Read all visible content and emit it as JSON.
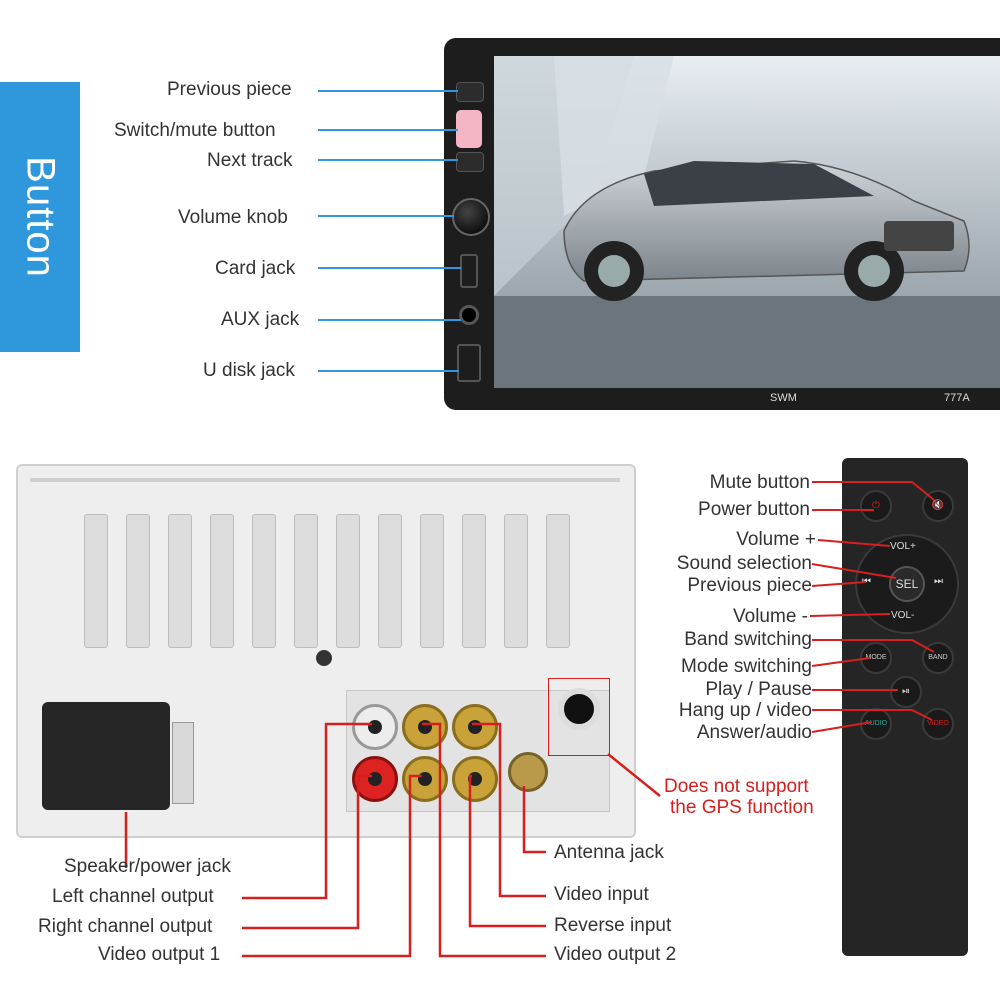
{
  "side_tab": {
    "label": "Button"
  },
  "head_unit": {
    "brand_left": "SWM",
    "brand_right": "777A",
    "labels": [
      "Previous piece",
      "Switch/mute button",
      "Next track",
      "Volume knob",
      "Card jack",
      "AUX jack",
      "U disk jack"
    ]
  },
  "rear_panel": {
    "left_labels": [
      "Speaker/power jack",
      "Left channel output",
      "Right channel output",
      "Video output 1"
    ],
    "right_labels": [
      "Antenna jack",
      "Video input",
      "Reverse input",
      "Video output 2"
    ],
    "gps_note_line1": "Does not support",
    "gps_note_line2": "the GPS function"
  },
  "remote": {
    "labels": [
      "Mute button",
      "Power button",
      "Volume +",
      "Sound selection",
      "Previous piece",
      "Volume -",
      "Band switching",
      "Mode switching",
      "Play / Pause",
      "Hang up / video",
      "Answer/audio"
    ],
    "pad": {
      "up": "VOL+",
      "down": "VOL-",
      "center": "SEL",
      "left": "⏮",
      "right": "⏭"
    },
    "buttons": {
      "mute": "🔇",
      "power": "⏻",
      "mode": "MODE",
      "band": "BAND",
      "play": "⏯",
      "video": "VIDEO",
      "audio": "AUDIO"
    }
  },
  "colors": {
    "accent_blue": "#2f97dc",
    "leader_red": "#d61f1f",
    "leader_blue": "#2f97dc"
  }
}
